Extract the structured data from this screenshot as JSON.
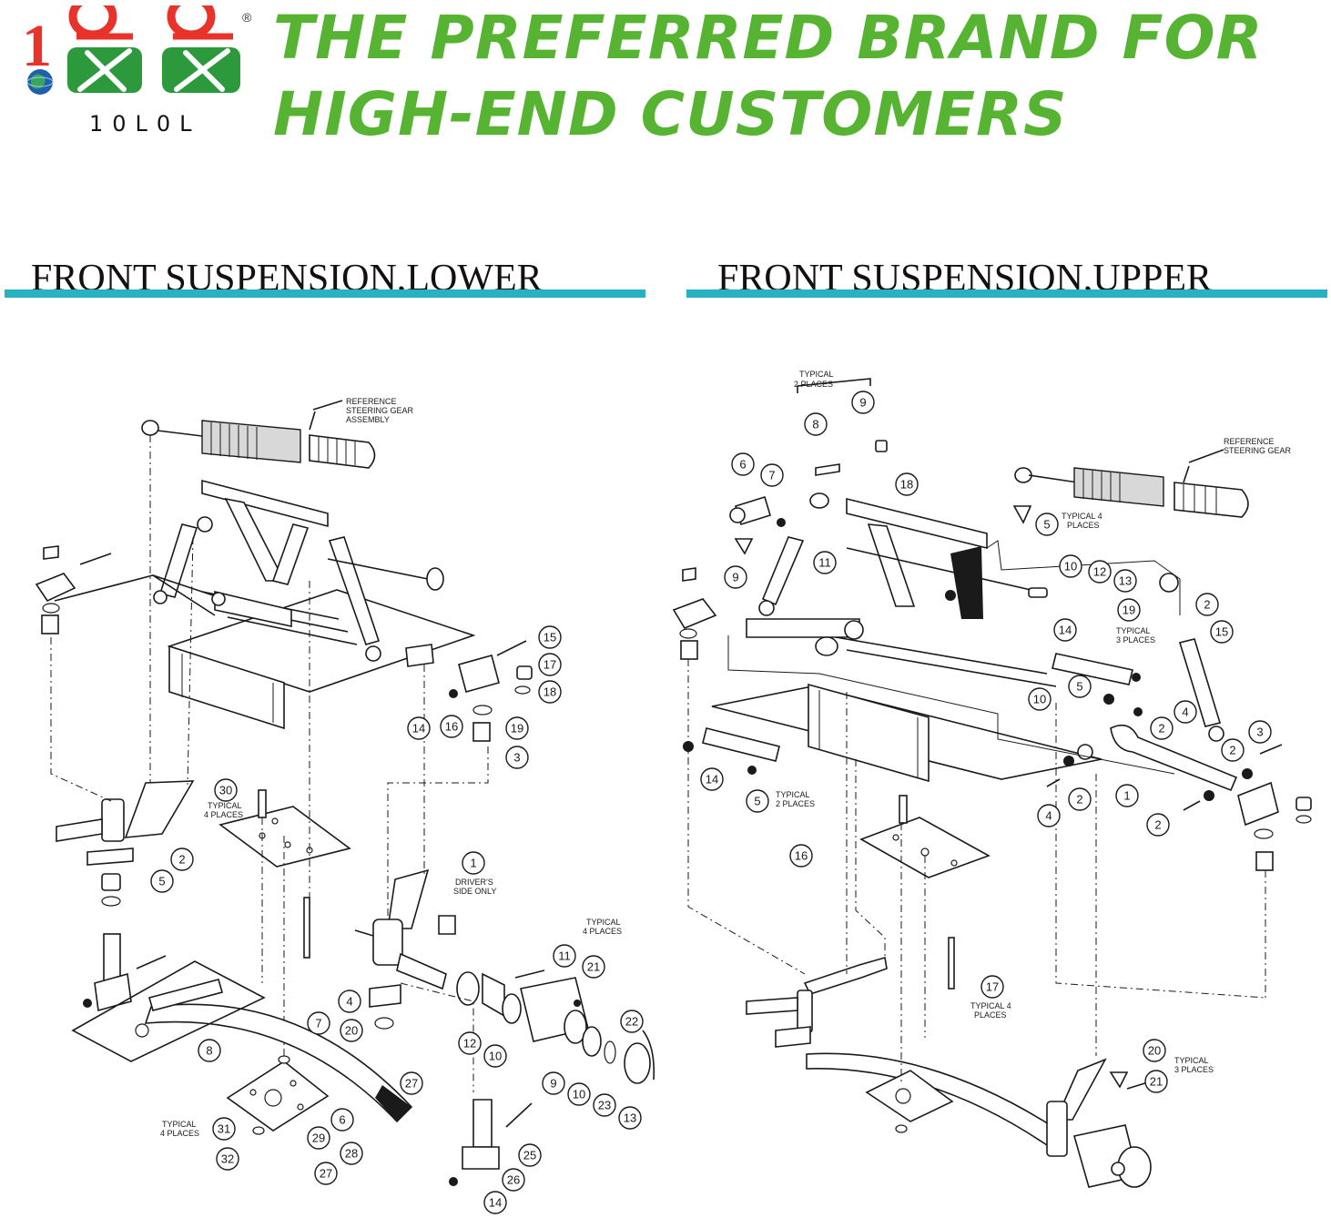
{
  "brand": {
    "logo_text": "10L0L",
    "logo_glyph_left": "1",
    "registered_mark": "®"
  },
  "headline": "THE PREFERRED BRAND FOR HIGH-END CUSTOMERS",
  "colors": {
    "headline_green": "#56b432",
    "accent_teal": "#27b2c2",
    "logo_red": "#e8332a",
    "logo_green": "#2c9a3c",
    "line_art": "#1a1a1a"
  },
  "sections": {
    "lower": {
      "title": "FRONT SUSPENSION,LOWER",
      "notes": {
        "ref_gear": [
          "REFERENCE",
          "STEERING GEAR",
          "ASSEMBLY"
        ],
        "typ4_a": [
          "TYPICAL",
          "4 PLACES"
        ],
        "drivers": [
          "DRIVER'S",
          "SIDE ONLY"
        ],
        "typ4_b": [
          "TYPICAL",
          "4 PLACES"
        ],
        "typ4_c": [
          "TYPICAL",
          "4 PLACES"
        ]
      },
      "callouts": [
        "15",
        "17",
        "18",
        "19",
        "14",
        "16",
        "3",
        "2",
        "5",
        "30",
        "1",
        "11",
        "21",
        "4",
        "7",
        "20",
        "12",
        "10",
        "9",
        "22",
        "8",
        "10",
        "23",
        "13",
        "27",
        "6",
        "29",
        "31",
        "32",
        "28",
        "27",
        "25",
        "26",
        "14"
      ]
    },
    "upper": {
      "title": "FRONT SUSPENSION,UPPER",
      "notes": {
        "typ2_top": [
          "TYPICAL",
          "2 PLACES"
        ],
        "ref_gear": [
          "REFERENCE",
          "STEERING GEAR"
        ],
        "typ4_a": [
          "TYPICAL 4",
          "PLACES"
        ],
        "typ3_a": [
          "TYPICAL",
          "3 PLACES"
        ],
        "typ2_b": [
          "TYPICAL",
          "2 PLACES"
        ],
        "typ4_b": [
          "TYPICAL 4",
          "PLACES"
        ],
        "typ3_b": [
          "TYPICAL",
          "3 PLACES"
        ]
      },
      "callouts": [
        "9",
        "8",
        "6",
        "7",
        "18",
        "5",
        "11",
        "9",
        "10",
        "12",
        "13",
        "19",
        "2",
        "14",
        "15",
        "5",
        "10",
        "4",
        "2",
        "3",
        "2",
        "14",
        "5",
        "1",
        "4",
        "2",
        "2",
        "16",
        "17",
        "20",
        "21"
      ]
    }
  }
}
